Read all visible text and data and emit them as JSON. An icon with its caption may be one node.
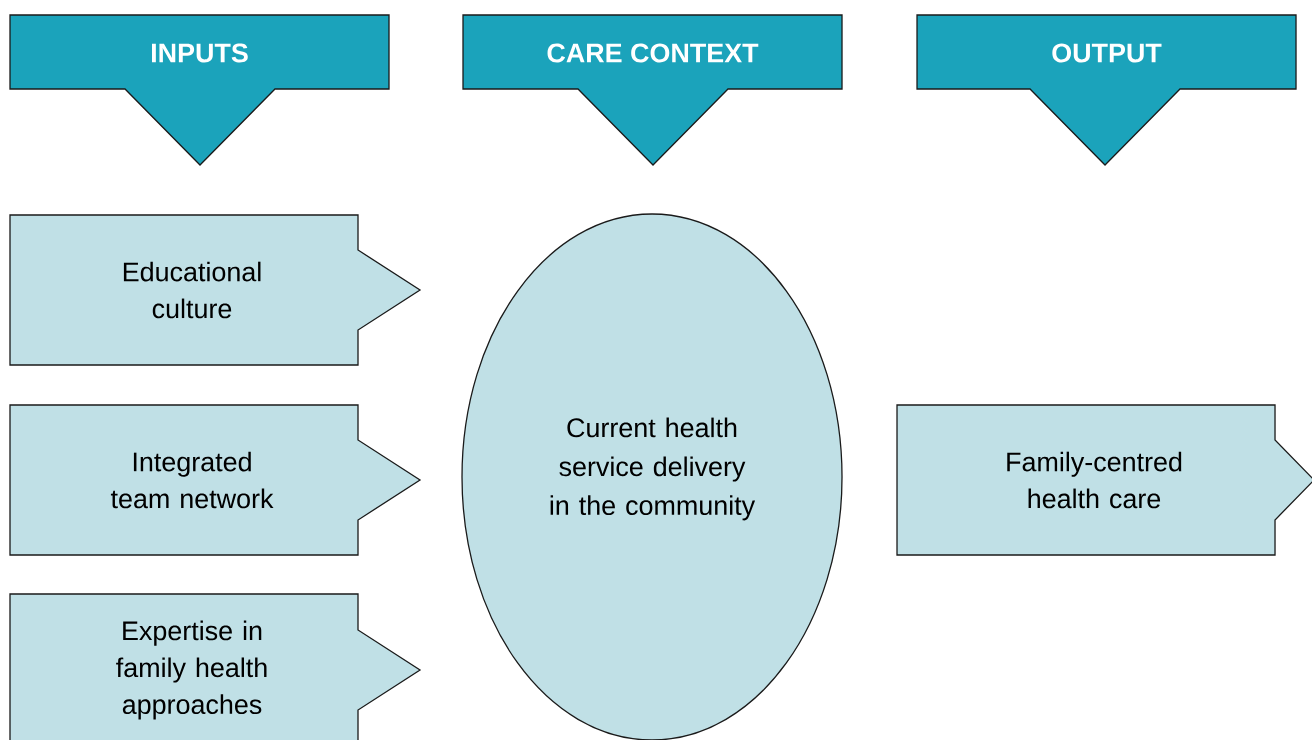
{
  "diagram": {
    "nodes": [
      {
        "text": [
          "INPUTS"
        ]
      },
      {
        "text": [
          "CARE CONTEXT"
        ]
      },
      {
        "text": [
          "OUTPUT"
        ]
      },
      {
        "text": [
          "Educational culture"
        ]
      },
      {
        "text": [
          "Integrated team network"
        ]
      },
      {
        "text": [
          "Expertise in family health approaches"
        ]
      },
      {
        "text": [
          "Current health service delivery in the community"
        ]
      },
      {
        "text": [
          "Family-centred health care"
        ]
      }
    ]
  }
}
